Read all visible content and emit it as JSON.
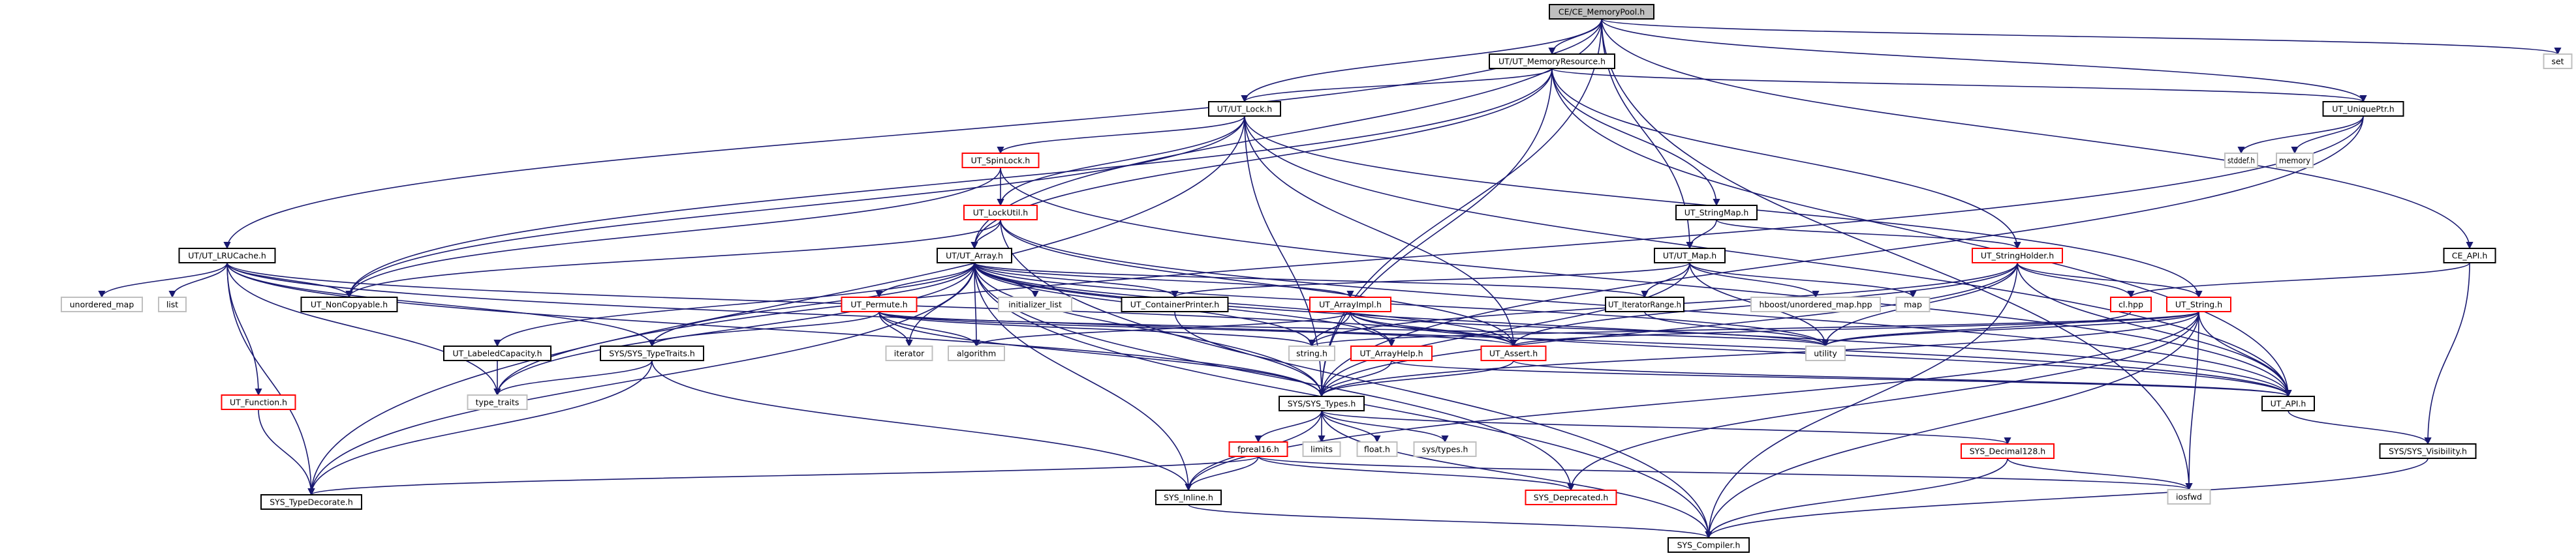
{
  "title": "CE/CE_MemoryPool.h include dependency graph",
  "legend_colors": {
    "edge": "#191970",
    "root_fill": "#bfbfbf",
    "documented_border": "#000000",
    "truncated_border": "#ff0000",
    "external_border": "#bfbfbf"
  },
  "nodes": [
    {
      "id": "root",
      "label": "CE/CE_MemoryPool.h",
      "kind": "root"
    },
    {
      "id": "memres",
      "label": "UT/UT_MemoryResource.h",
      "kind": "doc"
    },
    {
      "id": "set",
      "label": "set",
      "kind": "ext"
    },
    {
      "id": "lock",
      "label": "UT/UT_Lock.h",
      "kind": "doc"
    },
    {
      "id": "uniqueptr",
      "label": "UT_UniquePtr.h",
      "kind": "doc"
    },
    {
      "id": "spinlock",
      "label": "UT_SpinLock.h",
      "kind": "trunc"
    },
    {
      "id": "stddef",
      "label": "stddef.h",
      "kind": "ext"
    },
    {
      "id": "memory",
      "label": "memory",
      "kind": "ext"
    },
    {
      "id": "lockutil",
      "label": "UT_LockUtil.h",
      "kind": "trunc"
    },
    {
      "id": "stringmap",
      "label": "UT_StringMap.h",
      "kind": "doc"
    },
    {
      "id": "lrucache",
      "label": "UT/UT_LRUCache.h",
      "kind": "doc"
    },
    {
      "id": "array",
      "label": "UT/UT_Array.h",
      "kind": "doc"
    },
    {
      "id": "map",
      "label": "UT/UT_Map.h",
      "kind": "doc"
    },
    {
      "id": "stringholder",
      "label": "UT_StringHolder.h",
      "kind": "trunc"
    },
    {
      "id": "ceapi",
      "label": "CE_API.h",
      "kind": "doc"
    },
    {
      "id": "unordered_map",
      "label": "unordered_map",
      "kind": "ext"
    },
    {
      "id": "list",
      "label": "list",
      "kind": "ext"
    },
    {
      "id": "noncopyable",
      "label": "UT_NonCopyable.h",
      "kind": "doc"
    },
    {
      "id": "permute",
      "label": "UT_Permute.h",
      "kind": "trunc"
    },
    {
      "id": "initlist",
      "label": "initializer_list",
      "kind": "ext"
    },
    {
      "id": "containerprinter",
      "label": "UT_ContainerPrinter.h",
      "kind": "doc"
    },
    {
      "id": "arrayimpl",
      "label": "UT_ArrayImpl.h",
      "kind": "trunc"
    },
    {
      "id": "iterrange",
      "label": "UT_IteratorRange.h",
      "kind": "doc"
    },
    {
      "id": "hboost",
      "label": "hboost/unordered_map.hpp",
      "kind": "ext"
    },
    {
      "id": "stlmap",
      "label": "map",
      "kind": "ext"
    },
    {
      "id": "clhpp",
      "label": "cl.hpp",
      "kind": "trunc"
    },
    {
      "id": "utstring",
      "label": "UT_String.h",
      "kind": "trunc"
    },
    {
      "id": "labeledcap",
      "label": "UT_LabeledCapacity.h",
      "kind": "doc"
    },
    {
      "id": "typetraits_sys",
      "label": "SYS/SYS_TypeTraits.h",
      "kind": "doc"
    },
    {
      "id": "iterator",
      "label": "iterator",
      "kind": "ext"
    },
    {
      "id": "algorithm",
      "label": "algorithm",
      "kind": "ext"
    },
    {
      "id": "stringh",
      "label": "string.h",
      "kind": "ext"
    },
    {
      "id": "arrayhelp",
      "label": "UT_ArrayHelp.h",
      "kind": "trunc"
    },
    {
      "id": "assert",
      "label": "UT_Assert.h",
      "kind": "trunc"
    },
    {
      "id": "utility",
      "label": "utility",
      "kind": "ext"
    },
    {
      "id": "utapi",
      "label": "UT_API.h",
      "kind": "doc"
    },
    {
      "id": "function",
      "label": "UT_Function.h",
      "kind": "trunc"
    },
    {
      "id": "type_traits",
      "label": "type_traits",
      "kind": "ext"
    },
    {
      "id": "systypes",
      "label": "SYS/SYS_Types.h",
      "kind": "doc"
    },
    {
      "id": "sysvis",
      "label": "SYS/SYS_Visibility.h",
      "kind": "doc"
    },
    {
      "id": "fpreal16",
      "label": "fpreal16.h",
      "kind": "trunc"
    },
    {
      "id": "limits",
      "label": "limits",
      "kind": "ext"
    },
    {
      "id": "floath",
      "label": "float.h",
      "kind": "ext"
    },
    {
      "id": "systypesh",
      "label": "sys/types.h",
      "kind": "ext"
    },
    {
      "id": "decimal128",
      "label": "SYS_Decimal128.h",
      "kind": "trunc"
    },
    {
      "id": "typedecorate",
      "label": "SYS_TypeDecorate.h",
      "kind": "doc"
    },
    {
      "id": "inline",
      "label": "SYS_Inline.h",
      "kind": "doc"
    },
    {
      "id": "deprecated",
      "label": "SYS_Deprecated.h",
      "kind": "trunc"
    },
    {
      "id": "iosfwd",
      "label": "iosfwd",
      "kind": "ext"
    },
    {
      "id": "compiler",
      "label": "SYS_Compiler.h",
      "kind": "doc"
    }
  ],
  "edges": [
    [
      "root",
      "memres"
    ],
    [
      "root",
      "set"
    ],
    [
      "root",
      "lock"
    ],
    [
      "root",
      "uniqueptr"
    ],
    [
      "root",
      "lrucache"
    ],
    [
      "root",
      "array"
    ],
    [
      "root",
      "map"
    ],
    [
      "root",
      "ceapi"
    ],
    [
      "root",
      "systypes"
    ],
    [
      "root",
      "iosfwd"
    ],
    [
      "memres",
      "lock"
    ],
    [
      "memres",
      "uniqueptr"
    ],
    [
      "memres",
      "array"
    ],
    [
      "memres",
      "stringmap"
    ],
    [
      "memres",
      "stringholder"
    ],
    [
      "memres",
      "noncopyable"
    ],
    [
      "memres",
      "systypes"
    ],
    [
      "memres",
      "utapi"
    ],
    [
      "lock",
      "spinlock"
    ],
    [
      "lock",
      "lockutil"
    ],
    [
      "lock",
      "noncopyable"
    ],
    [
      "lock",
      "assert"
    ],
    [
      "lock",
      "systypes"
    ],
    [
      "lock",
      "utapi"
    ],
    [
      "lock",
      "typedecorate"
    ],
    [
      "lock",
      "utstring"
    ],
    [
      "uniqueptr",
      "stddef"
    ],
    [
      "uniqueptr",
      "memory"
    ],
    [
      "uniqueptr",
      "type_traits"
    ],
    [
      "uniqueptr",
      "systypes"
    ],
    [
      "spinlock",
      "lockutil"
    ],
    [
      "spinlock",
      "noncopyable"
    ],
    [
      "spinlock",
      "utapi"
    ],
    [
      "lockutil",
      "array"
    ],
    [
      "lockutil",
      "noncopyable"
    ],
    [
      "lockutil",
      "assert"
    ],
    [
      "lockutil",
      "utapi"
    ],
    [
      "lockutil",
      "compiler"
    ],
    [
      "stringmap",
      "map"
    ],
    [
      "stringmap",
      "stringholder"
    ],
    [
      "lrucache",
      "unordered_map"
    ],
    [
      "lrucache",
      "list"
    ],
    [
      "lrucache",
      "noncopyable"
    ],
    [
      "lrucache",
      "function"
    ],
    [
      "lrucache",
      "typedecorate"
    ],
    [
      "lrucache",
      "type_traits"
    ],
    [
      "lrucache",
      "typetraits_sys"
    ],
    [
      "lrucache",
      "assert"
    ],
    [
      "lrucache",
      "systypes"
    ],
    [
      "lrucache",
      "utapi"
    ],
    [
      "array",
      "permute"
    ],
    [
      "array",
      "initlist"
    ],
    [
      "array",
      "containerprinter"
    ],
    [
      "array",
      "arrayimpl"
    ],
    [
      "array",
      "iterrange"
    ],
    [
      "array",
      "labeledcap"
    ],
    [
      "array",
      "typetraits_sys"
    ],
    [
      "array",
      "iterator"
    ],
    [
      "array",
      "algorithm"
    ],
    [
      "array",
      "stringh"
    ],
    [
      "array",
      "arrayhelp"
    ],
    [
      "array",
      "assert"
    ],
    [
      "array",
      "utility"
    ],
    [
      "array",
      "utapi"
    ],
    [
      "array",
      "systypes"
    ],
    [
      "array",
      "type_traits"
    ],
    [
      "array",
      "typedecorate"
    ],
    [
      "array",
      "inline"
    ],
    [
      "array",
      "deprecated"
    ],
    [
      "array",
      "compiler"
    ],
    [
      "map",
      "iterrange"
    ],
    [
      "map",
      "hboost"
    ],
    [
      "map",
      "stlmap"
    ],
    [
      "map",
      "utility"
    ],
    [
      "map",
      "containerprinter"
    ],
    [
      "map",
      "systypes"
    ],
    [
      "stringholder",
      "utstring"
    ],
    [
      "stringholder",
      "clhpp"
    ],
    [
      "stringholder",
      "utility"
    ],
    [
      "stringholder",
      "stringh"
    ],
    [
      "stringholder",
      "assert"
    ],
    [
      "stringholder",
      "utapi"
    ],
    [
      "stringholder",
      "systypes"
    ],
    [
      "stringholder",
      "compiler"
    ],
    [
      "ceapi",
      "sysvis"
    ],
    [
      "ceapi",
      "clhpp"
    ],
    [
      "permute",
      "iterator"
    ],
    [
      "permute",
      "algorithm"
    ],
    [
      "permute",
      "typetraits_sys"
    ],
    [
      "permute",
      "stringh"
    ],
    [
      "permute",
      "assert"
    ],
    [
      "permute",
      "systypes"
    ],
    [
      "permute",
      "utility"
    ],
    [
      "containerprinter",
      "systypes"
    ],
    [
      "arrayimpl",
      "stringh"
    ],
    [
      "arrayimpl",
      "arrayhelp"
    ],
    [
      "arrayimpl",
      "assert"
    ],
    [
      "arrayimpl",
      "algorithm"
    ],
    [
      "arrayimpl",
      "utapi"
    ],
    [
      "arrayimpl",
      "utility"
    ],
    [
      "iterrange",
      "utility"
    ],
    [
      "clhpp",
      "utility"
    ],
    [
      "utstring",
      "utility"
    ],
    [
      "utstring",
      "utapi"
    ],
    [
      "utstring",
      "assert"
    ],
    [
      "utstring",
      "systypes"
    ],
    [
      "utstring",
      "iosfwd"
    ],
    [
      "utstring",
      "compiler"
    ],
    [
      "utstring",
      "inline"
    ],
    [
      "utstring",
      "deprecated"
    ],
    [
      "utstring",
      "stringh"
    ],
    [
      "labeledcap",
      "type_traits"
    ],
    [
      "typetraits_sys",
      "type_traits"
    ],
    [
      "typetraits_sys",
      "typedecorate"
    ],
    [
      "typetraits_sys",
      "inline"
    ],
    [
      "arrayhelp",
      "systypes"
    ],
    [
      "arrayhelp",
      "utapi"
    ],
    [
      "assert",
      "utapi"
    ],
    [
      "assert",
      "systypes"
    ],
    [
      "utapi",
      "sysvis"
    ],
    [
      "function",
      "typedecorate"
    ],
    [
      "systypes",
      "fpreal16"
    ],
    [
      "systypes",
      "limits"
    ],
    [
      "systypes",
      "floath"
    ],
    [
      "systypes",
      "systypesh"
    ],
    [
      "systypes",
      "decimal128"
    ],
    [
      "systypes",
      "inline"
    ],
    [
      "systypes",
      "compiler"
    ],
    [
      "sysvis",
      "compiler"
    ],
    [
      "fpreal16",
      "inline"
    ],
    [
      "fpreal16",
      "typedecorate"
    ],
    [
      "fpreal16",
      "deprecated"
    ],
    [
      "fpreal16",
      "iosfwd"
    ],
    [
      "decimal128",
      "iosfwd"
    ],
    [
      "decimal128",
      "compiler"
    ],
    [
      "inline",
      "compiler"
    ]
  ]
}
